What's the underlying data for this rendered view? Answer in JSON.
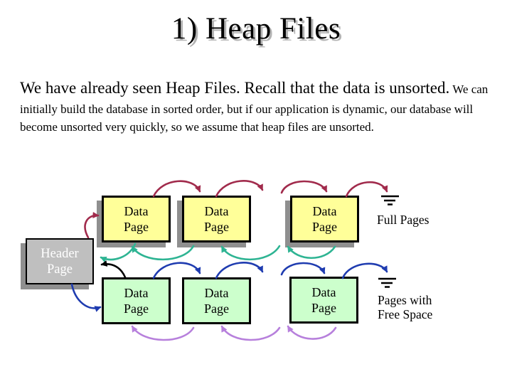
{
  "slide": {
    "title": "1) Heap Files",
    "body": {
      "lead": "We have already seen Heap Files. Recall that the data is unsorted.",
      "detail": "We can initially build the database in sorted order, but if our application is dynamic, our database will become unsorted very quickly, so we assume that heap files are unsorted."
    },
    "diagram": {
      "header_page": {
        "line1": "Header",
        "line2": "Page"
      },
      "data_page": {
        "line1": "Data",
        "line2": "Page"
      },
      "labels": {
        "full_pages": "Full Pages",
        "free_space_line1": "Pages with",
        "free_space_line2": "Free Space"
      },
      "colors": {
        "full_page_fill": "#ffff99",
        "free_page_fill": "#ccffcc",
        "header_fill": "#bfbfbf",
        "box_shadow": "#8f8f8f",
        "arrow_full_next": "#a12b4c",
        "arrow_full_prev": "#2eb493",
        "arrow_free_next": "#1f3cb0",
        "arrow_free_prev": "#b780dc",
        "arrow_back_to_header": "#000000"
      }
    }
  }
}
